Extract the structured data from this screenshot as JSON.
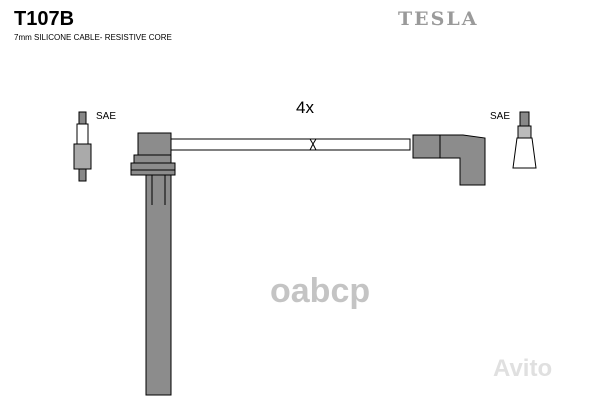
{
  "header": {
    "part_number": "T107B",
    "description": "7mm SILICONE CABLE- RESISTIVE CORE",
    "brand": "TESLA"
  },
  "diagram": {
    "quantity": "4x",
    "left_terminal": "SAE",
    "right_terminal": "SAE"
  },
  "watermarks": {
    "center": "oabcp",
    "corner": "Avito"
  },
  "colors": {
    "part_fill": "#8c8c8c",
    "brand": "#9a9a9a"
  }
}
